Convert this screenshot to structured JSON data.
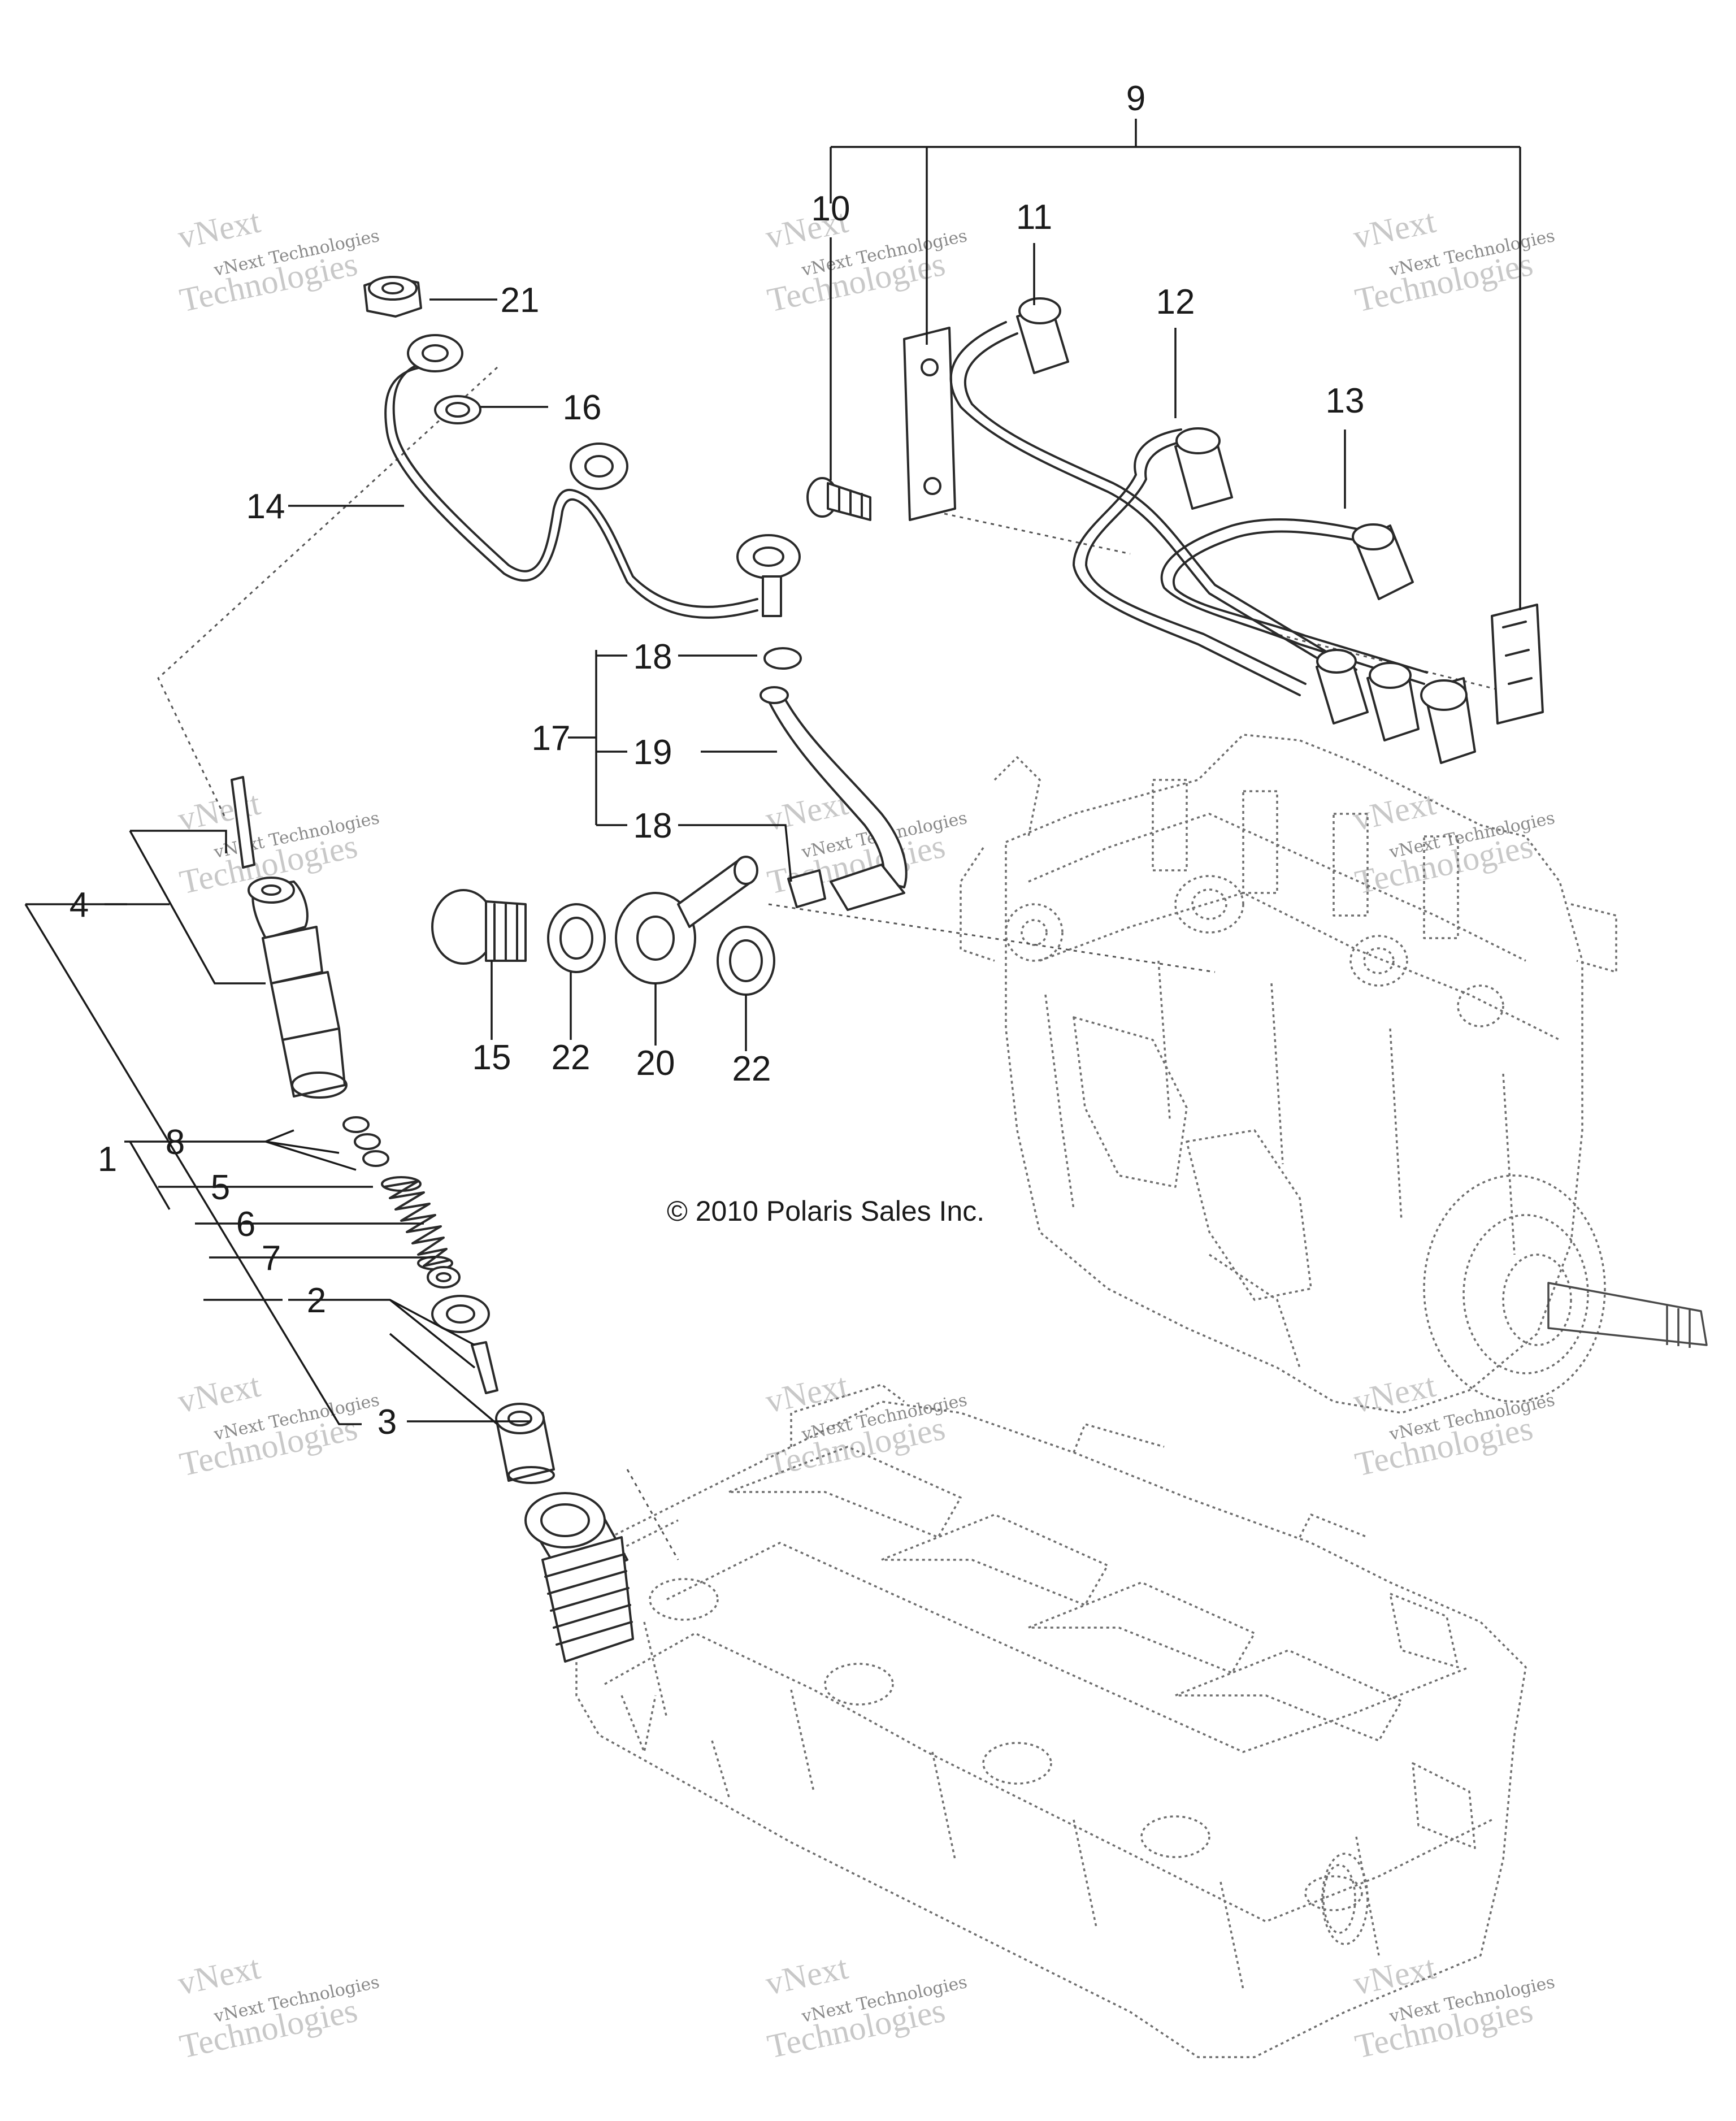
{
  "copyright": "© 2010 Polaris Sales Inc.",
  "watermark": {
    "line1": "vNext",
    "line2": "vNext Technologies",
    "line3": "Technologies"
  },
  "callouts": {
    "c1": "1",
    "c2": "2",
    "c3": "3",
    "c4": "4",
    "c5": "5",
    "c6": "6",
    "c7": "7",
    "c8": "8",
    "c9": "9",
    "c10": "10",
    "c11": "11",
    "c12": "12",
    "c13": "13",
    "c14": "14",
    "c15": "15",
    "c16": "16",
    "c17": "17",
    "c18a": "18",
    "c18b": "18",
    "c19": "19",
    "c20": "20",
    "c21": "21",
    "c22a": "22",
    "c22b": "22"
  }
}
